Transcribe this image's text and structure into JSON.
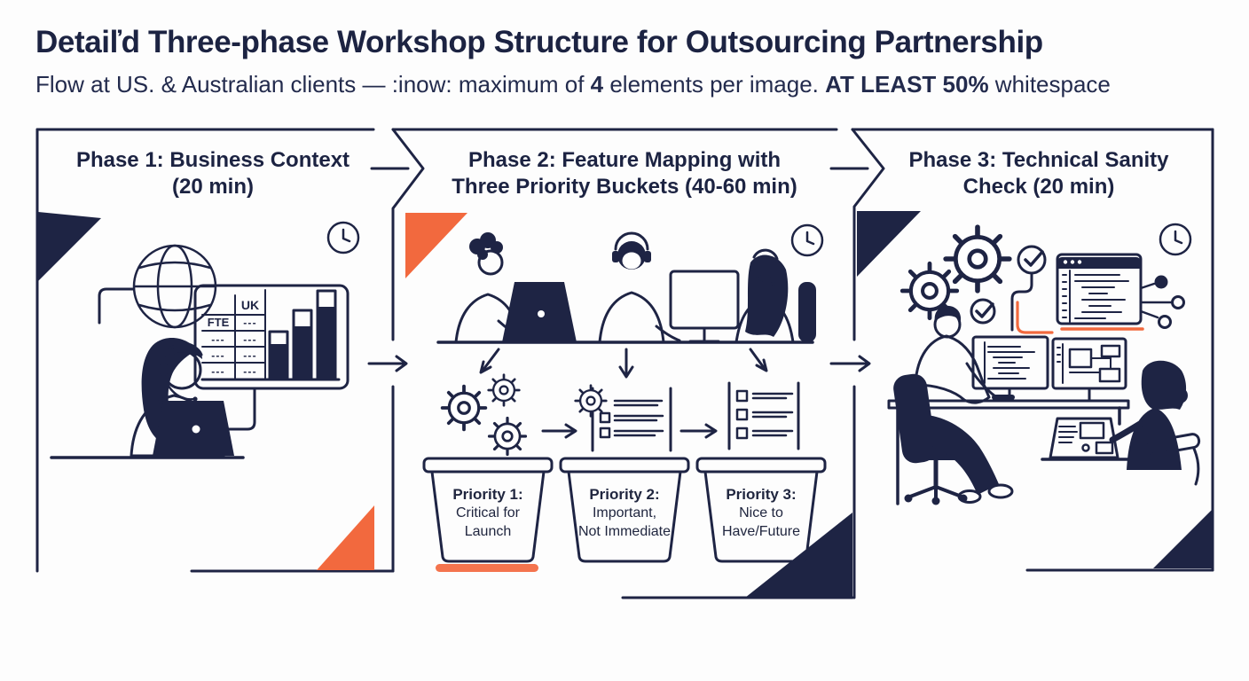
{
  "title": "Detaiľd Three-phase Workshop Structure for Outsourcing Partnership",
  "subtitle": {
    "t1": "Flow at US. & Australian clients — :inow: maximum of ",
    "b1": "4",
    "t2": " elements per image. ",
    "b2": "AT LEAST 50%",
    "t3": " whitespace"
  },
  "phases": [
    {
      "line1": "Phase 1: Business Context",
      "line2": "(20 min)"
    },
    {
      "line1": "Phase 2: Feature Mapping with",
      "line2": "Three Priority Buckets (40-60 min)"
    },
    {
      "line1": "Phase 3: Technical Sanity",
      "line2": "Check (20 min)"
    }
  ],
  "panel1": {
    "table": {
      "header": "UK",
      "row_label": "FTE",
      "dash": "---"
    }
  },
  "buckets": [
    {
      "title": "Priority 1:",
      "line1": "Critical for",
      "line2": "Launch"
    },
    {
      "title": "Priority 2:",
      "line1": "Important,",
      "line2": "Not Immediate"
    },
    {
      "title": "Priority 3:",
      "line1": "Nice to",
      "line2": "Have/Future"
    }
  ],
  "icons": [
    "clock-icon",
    "globe-icon",
    "gear-icon",
    "checklist-icon",
    "check-circle-icon",
    "code-window-icon",
    "network-nodes-icon",
    "bucket-icon",
    "laptop-icon",
    "monitor-icon"
  ],
  "colors": {
    "navy": "#1e2444",
    "orange": "#f2693e",
    "orange_light": "#f4744e",
    "background": "#fdfdfd"
  }
}
